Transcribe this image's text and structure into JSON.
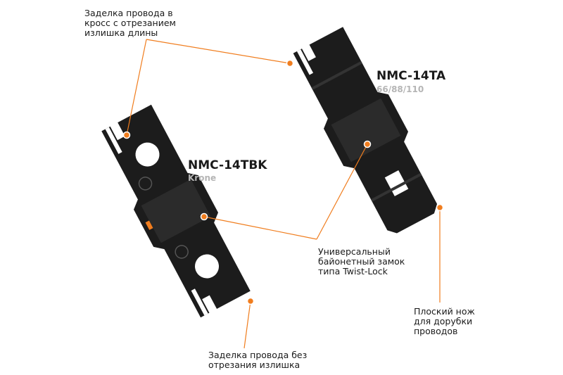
{
  "colors": {
    "accent": "#f07d1e",
    "tool": "#1c1c1c",
    "text": "#1a1a1a",
    "subtext": "#b5b5b5"
  },
  "tools": [
    {
      "model": "NMC-14TBK",
      "standard": "Krone"
    },
    {
      "model": "NMC-14TA",
      "standard": "66/88/110"
    }
  ],
  "callouts": {
    "cut_termination": "Заделка провода в\nкросс с отрезанием\nизлишка длины",
    "bayonet_lock": "Универсальный\nбайонетный замок\nтипа Twist-Lock",
    "flat_blade": "Плоский нож\nдля дорубки\nпроводов",
    "no_cut_termination": "Заделка провода без\nотрезания излишка"
  }
}
